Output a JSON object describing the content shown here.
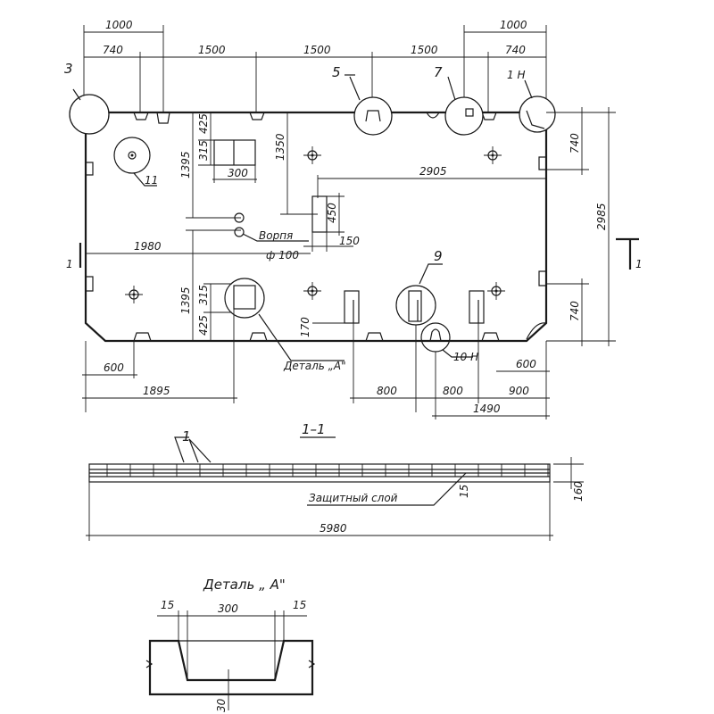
{
  "colors": {
    "ink": "#1a1a1a",
    "paper": "#ffffff"
  },
  "plan": {
    "top_dims": {
      "d1000_left": "1000",
      "d740_left": "740",
      "d1500_a": "1500",
      "d1500_b": "1500",
      "d1500_c": "1500",
      "d1000_right": "1000",
      "d740_right": "740"
    },
    "callouts": {
      "c3": "3",
      "c5": "5",
      "c7": "7",
      "c1n": "1 Н",
      "c11": "11",
      "c9": "9",
      "c10n": "10 Н",
      "c1_left": "1",
      "c1_right": "1"
    },
    "left_dims": {
      "d425_top": "425",
      "d315_top": "315",
      "d1395_top": "1395",
      "d1350": "1350",
      "d1395_bot": "1395",
      "d315_bot": "315",
      "d425_bot": "425"
    },
    "inner_dims": {
      "d300": "300",
      "d2905": "2905",
      "d450": "450",
      "d150": "150",
      "d1980": "1980",
      "d170": "170"
    },
    "right_dims": {
      "d740_top": "740",
      "d2985": "2985",
      "d740_bot": "740"
    },
    "bottom_dims": {
      "d600_left": "600",
      "d1895": "1895",
      "d800_a": "800",
      "d800_b": "800",
      "d600_right": "600",
      "d900": "900",
      "d1490": "1490"
    },
    "labels": {
      "funnel": "Ворпя",
      "funnel_dia": "ф 100",
      "detail_ref": "Деталь „А\""
    }
  },
  "section": {
    "title": "1–1",
    "callout": "1",
    "cover_label": "Защитный слой",
    "d15": "15",
    "d160": "160",
    "d5980": "5980"
  },
  "detail": {
    "title": "Деталь „ А\"",
    "d15_left": "15",
    "d300": "300",
    "d15_right": "15",
    "d30": "30"
  }
}
